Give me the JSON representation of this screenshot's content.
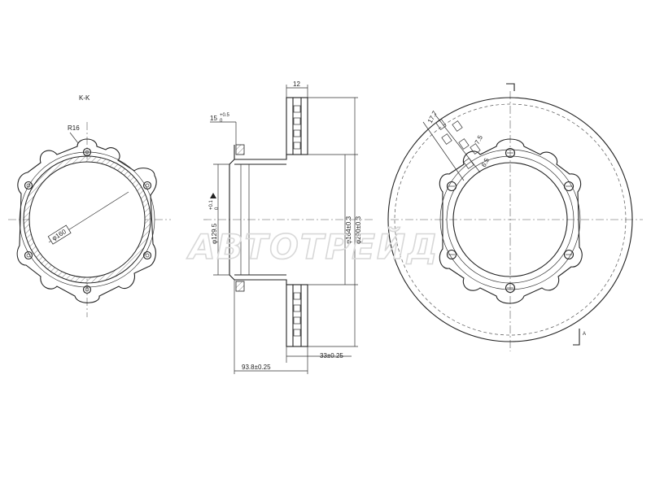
{
  "views": {
    "left": {
      "section_label": "K-K",
      "radius_label": "R16",
      "bore_label": "φ160"
    },
    "middle": {
      "top_width": "12",
      "chamfer_main": "15",
      "chamfer_tol_upper": "+0.5",
      "chamfer_tol_lower": "0",
      "hub_diameter": "φ129.5",
      "hub_tol_upper": "+0.1",
      "hub_tol_lower": "0",
      "mid_diameter": "φ164±0.3",
      "outer_diameter": "φ290±0.3",
      "thickness": "33±0.25",
      "overall_height": "93.8±0.25"
    },
    "right": {
      "dim_a": "17.7",
      "dim_b": "7.5",
      "dim_c": "6.5",
      "section_mark": "A"
    }
  },
  "watermark": "АВТОТРЕЙД"
}
